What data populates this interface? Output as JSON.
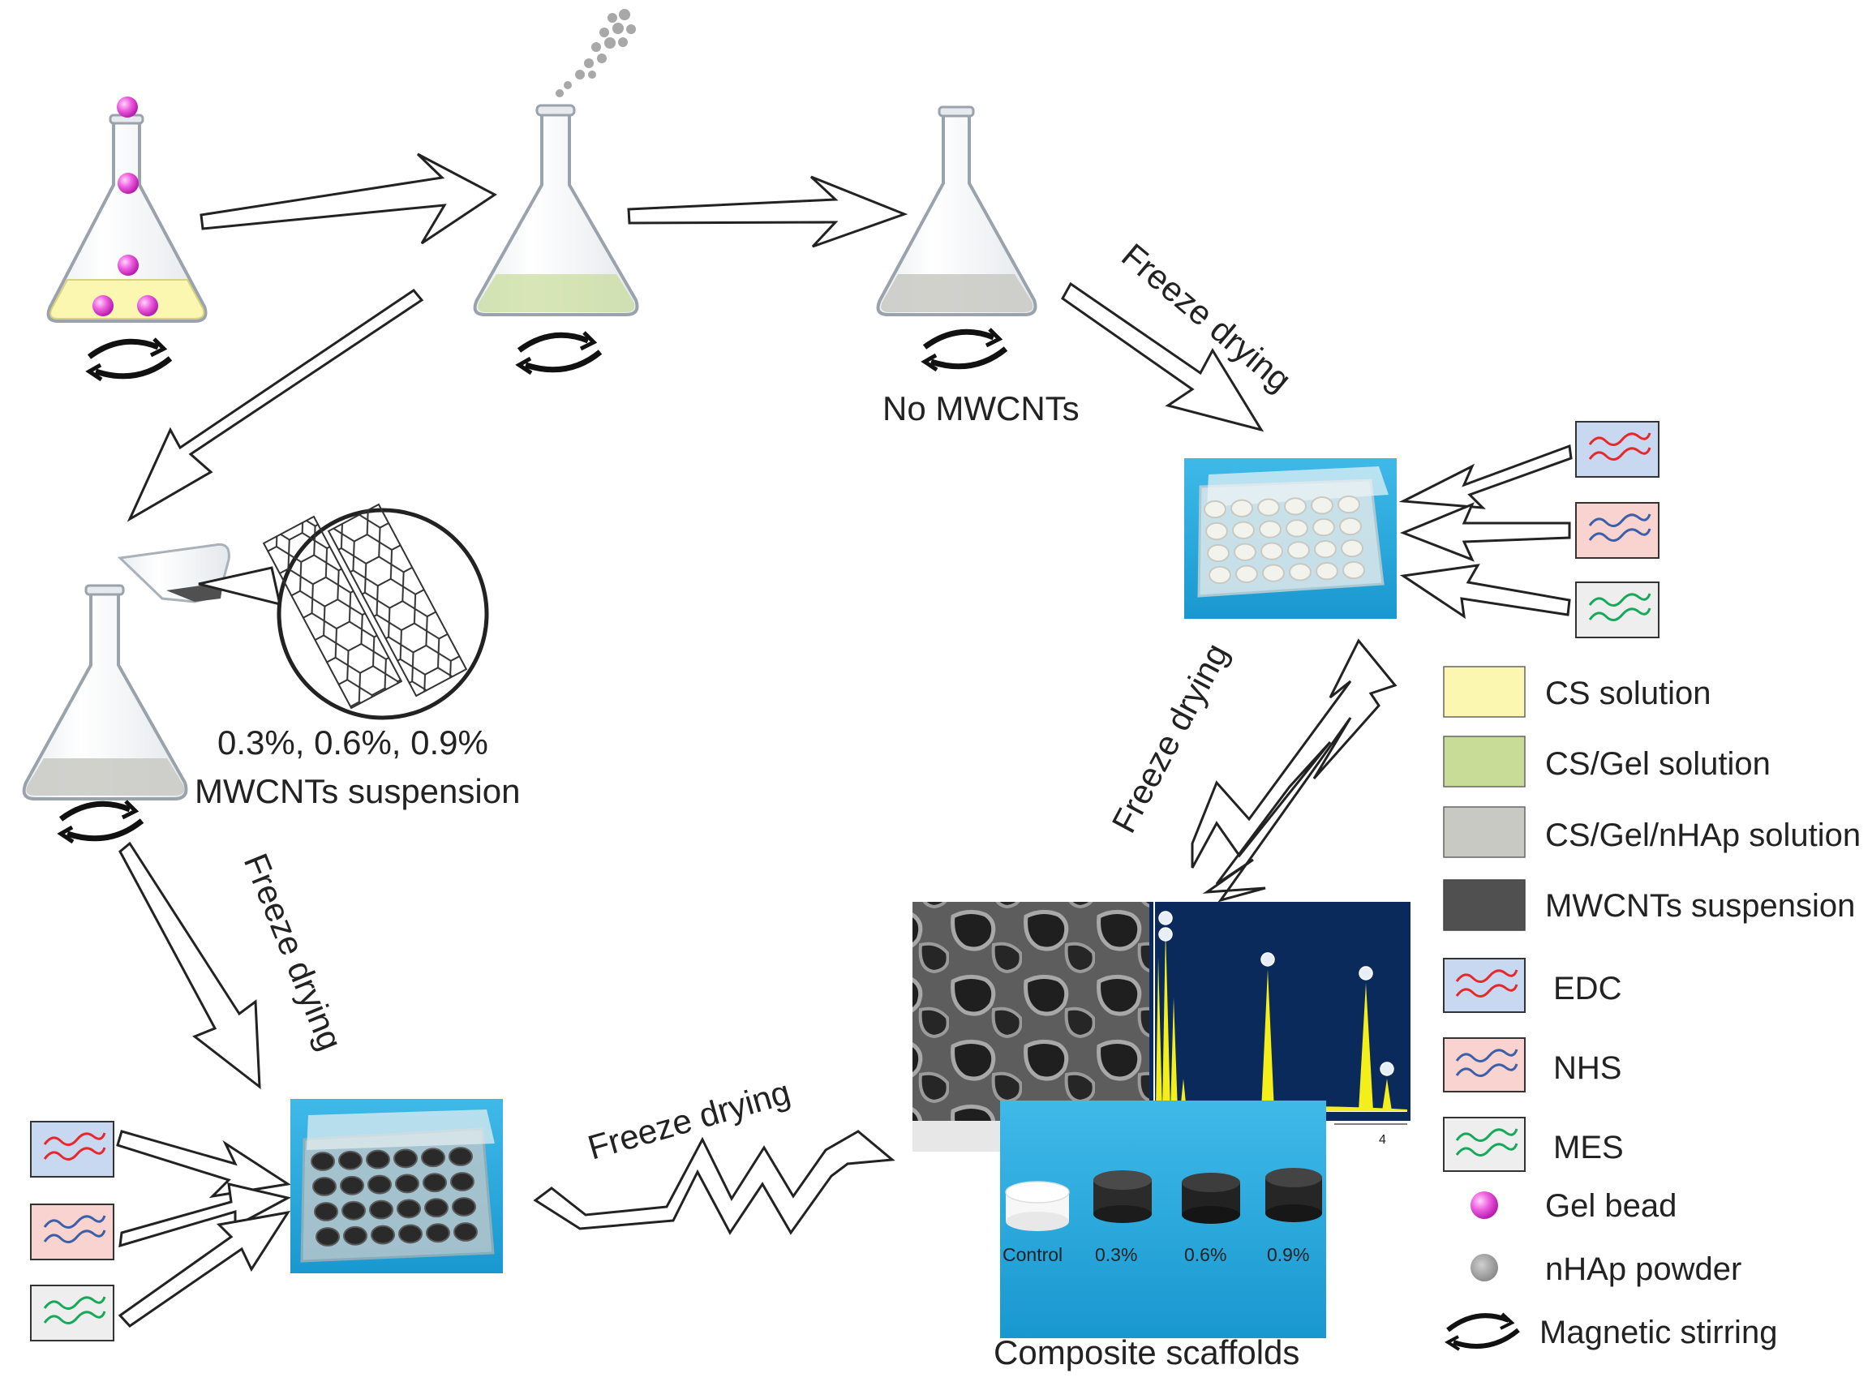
{
  "labels": {
    "no_mwcnts": "No MWCNTs",
    "concentrations": "0.3%, 0.6%, 0.9%",
    "mwcnts_suspension": "MWCNTs suspension",
    "freeze_drying": "Freeze drying",
    "composite_scaffolds": "Composite scaffolds"
  },
  "sample_labels": [
    "Control",
    "0.3%",
    "0.6%",
    "0.9%"
  ],
  "eds_tick": "4",
  "legend": {
    "cs_solution": "CS solution",
    "cs_gel_solution": "CS/Gel solution",
    "cs_gel_nhap_solution": "CS/Gel/nHAp solution",
    "mwcnts_suspension": "MWCNTs suspension",
    "edc": "EDC",
    "nhs": "NHS",
    "mes": "MES",
    "gel_bead": "Gel bead",
    "nhap_powder": "nHAp powder",
    "magnetic_stirring": "Magnetic stirring"
  },
  "colors": {
    "cs": "#fbf6b0",
    "cs_gel": "#c8dc98",
    "cs_gel_nhap": "#c9c9c3",
    "mwcnts": "#505050",
    "edc": "#c7d8f0",
    "nhs": "#f8d3cf",
    "mes": "#eeeeee",
    "bead": "#e83fd8",
    "powder": "#a8a8a8"
  }
}
